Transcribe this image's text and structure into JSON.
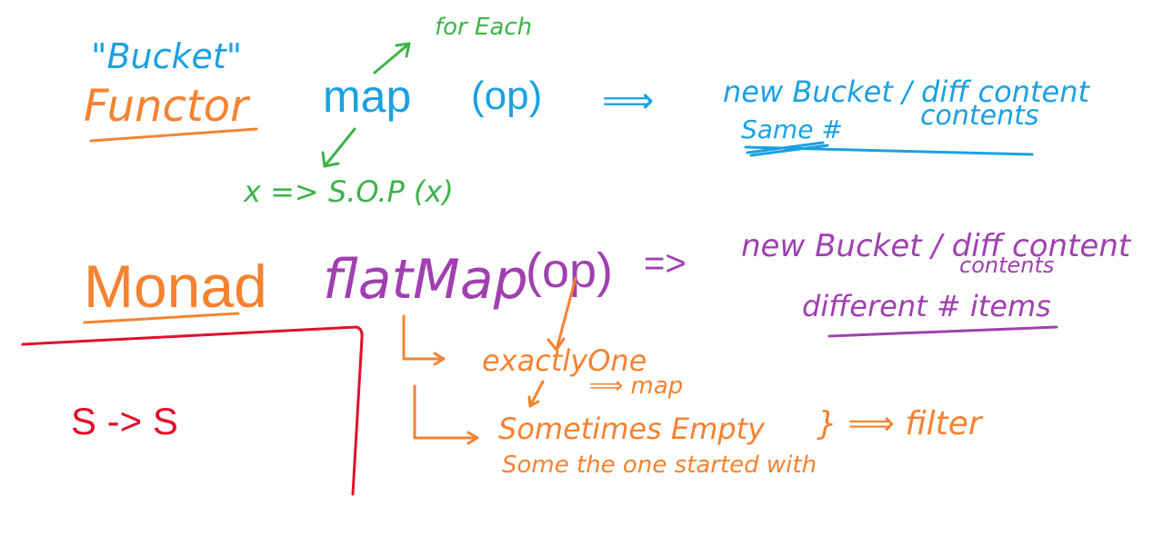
{
  "colors": {
    "blue": "#1ba1e2",
    "green": "#3cb44b",
    "orange": "#f58231",
    "purple": "#a040b0",
    "red": "#e0102a"
  },
  "functor": {
    "bucket": "\"Bucket\"",
    "for_each": "for Each",
    "title": "Functor",
    "map": "map",
    "op": "(op)",
    "arrow": "⟹",
    "lambda": "x => S.O.P (x)",
    "new_bucket": "new Bucket / diff content",
    "same_count": "Same #",
    "contents": "contents"
  },
  "monad": {
    "title": "Monad",
    "flatmap": "flatMap",
    "op": "(op)",
    "arrow": "=>",
    "new_bucket": "new Bucket / diff content",
    "contents": "contents",
    "diff_items": "different # items",
    "exactly_one": "exactlyOne",
    "to_map": "⟹ map",
    "sometimes": "Sometimes Empty",
    "same_one": "Some the one started with",
    "to_filter": "} ⟹ filter"
  },
  "box": {
    "label": "S -> S"
  }
}
